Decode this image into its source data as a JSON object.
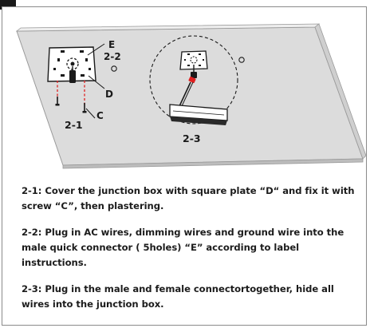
{
  "figure": {
    "labels": {
      "e": "E",
      "e_sub": "2-2",
      "d": "D",
      "c": "C",
      "step1": "2-1",
      "step3": "2-3"
    }
  },
  "instructions": [
    {
      "text": "2-1: Cover the junction box with square plate “D“ and fix it with screw “C”, then plastering."
    },
    {
      "text": "2-2: Plug in AC wires, dimming wires and ground wire into the male quick connector ( 5holes)  “E” according to label instructions."
    },
    {
      "text": "2-3: Plug in the male and female connectortogether, hide all wires into the junction box."
    }
  ]
}
